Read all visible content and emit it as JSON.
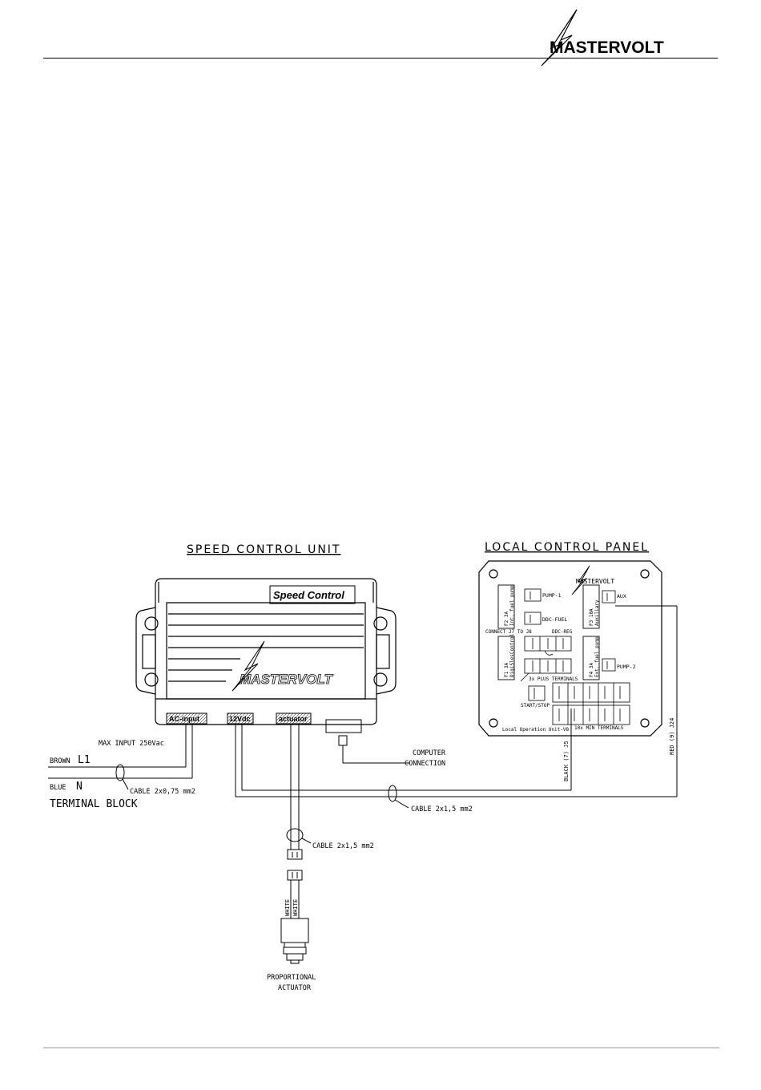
{
  "header": {
    "brand_name": "MASTERVOLT"
  },
  "diagram": {
    "title_left": "SPEED CONTROL UNIT",
    "title_right": "LOCAL CONTROL PANEL",
    "unit": {
      "badge": "Speed Control",
      "brand": "MASTERVOLT",
      "port_ac": "AC-input",
      "port_dc": "12Vdc",
      "port_act": "actuator"
    },
    "panel": {
      "brand": "MASTERVOLT",
      "pump1": "PUMP-1",
      "ddc_fuel": "DDC-FUEL",
      "connect": "CONNECT J7 TO J8",
      "ddc_reg": "DDC-REG",
      "pump2": "PUMP-2",
      "aux": "AUX",
      "plus_terms": "3x PLUS TERMINALS",
      "start_stop": "START/STOP",
      "min_terms": "10x MIN TERMINALS",
      "footer": "Local Operation Unit-V8",
      "fuse_f2": "F2  3A\nInt. fuel pump",
      "fuse_f1": "F1  3A\nDigiSlesControl",
      "fuse_f3": "F3  10A\nAuxiliary",
      "fuse_f4": "F4  3A\nExt. fuel pump"
    },
    "wiring": {
      "max_input": "MAX INPUT 250Vac",
      "brown": "BROWN",
      "l1": "L1",
      "blue": "BLUE",
      "n": "N",
      "cable_small": "CABLE 2x0,75 mm2",
      "terminal_block": "TERMINAL BLOCK",
      "computer": "COMPUTER",
      "connection": "CONNECTION",
      "cable_main": "CABLE 2x1,5 mm2",
      "cable_act": "CABLE 2x1,5 mm2",
      "black": "BLACK (7) J5",
      "red": "RED (9) J24",
      "white1": "WHITE",
      "white2": "WHITE",
      "actuator1": "PROPORTIONAL",
      "actuator2": "ACTUATOR"
    }
  }
}
